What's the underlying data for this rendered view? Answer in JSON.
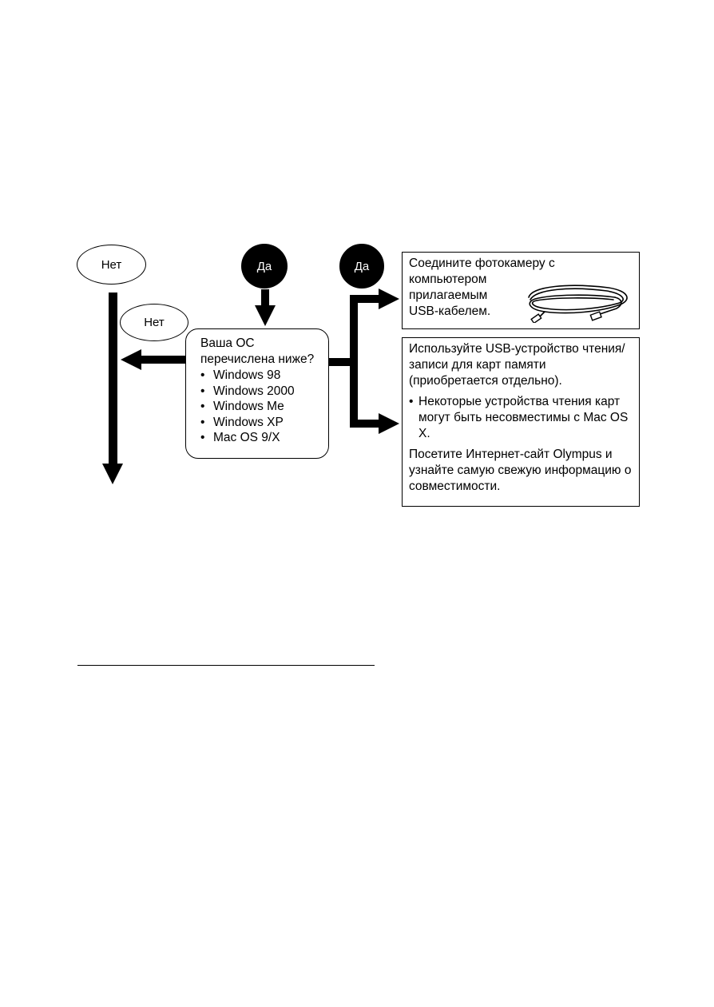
{
  "flowchart": {
    "no_label_main": "Нет",
    "no_label_decision": "Нет",
    "yes_label_top": "Да",
    "yes_label_right": "Да",
    "decision": {
      "question_line1": "Ваша ОС",
      "question_line2": "перечислена ниже?",
      "os_list": [
        "Windows 98",
        "Windows 2000",
        "Windows Me",
        "Windows XP",
        "Mac OS 9/X"
      ]
    },
    "result_usb": {
      "line1": "Соедините фотокамеру с",
      "line2": "компьютером",
      "line3": "прилагаемым",
      "line4": "USB-кабелем.",
      "icon": "usb-cable-icon"
    },
    "result_reader": {
      "para1": "Используйте USB-устройство чтения/ записи для карт памяти (приобретается отдельно).",
      "bullet": "Некоторые устройства чтения карт могут быть несовместимы с Mac OS X.",
      "para2": "Посетите Интернет-сайт Olympus и узнайте самую свежую информацию о совместимости."
    }
  },
  "colors": {
    "ink": "#000000",
    "paper": "#ffffff"
  }
}
